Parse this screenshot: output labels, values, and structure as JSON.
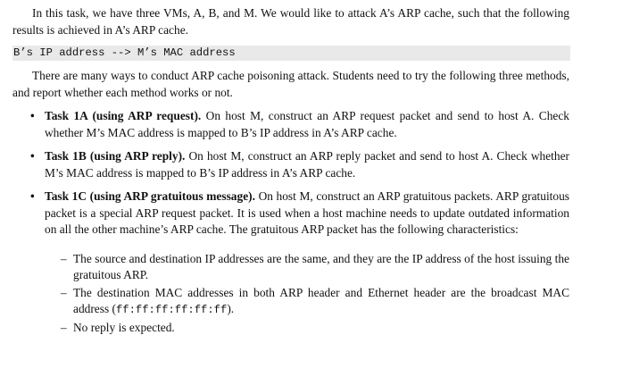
{
  "intro": "In this task, we have three VMs, A, B, and M. We would like to attack A’s ARP cache, such that the following results is achieved in A’s ARP cache.",
  "code_line": "B’s IP address --> M’s MAC address",
  "methods_intro": "There are many ways to conduct ARP cache poisoning attack. Students need to try the following three methods, and report whether each method works or not.",
  "bullet": "•",
  "dash": "–",
  "tasks": [
    {
      "title": "Task 1A (using ARP request).",
      "body": " On host M, construct an ARP request packet and send to host A. Check whether M’s MAC address is mapped to B’s IP address in A’s ARP cache."
    },
    {
      "title": "Task 1B (using ARP reply).",
      "body": " On host M, construct an ARP reply packet and send to host A. Check whether M’s MAC address is mapped to B’s IP address in A’s ARP cache."
    },
    {
      "title": "Task 1C (using ARP gratuitous message).",
      "body": " On host M, construct an ARP gratuitous packets. ARP gratuitous packet is a special ARP request packet. It is used when a host machine needs to update outdated information on all the other machine’s ARP cache. The gratuitous ARP packet has the following characteristics:"
    }
  ],
  "characteristics": {
    "item1": "The source and destination IP addresses are the same, and they are the IP address of the host issuing the gratuitous ARP.",
    "item2_before": "The destination MAC addresses in both ARP header and Ethernet header are the broadcast MAC address (",
    "item2_mac": "ff:ff:ff:ff:ff:ff",
    "item2_after": ").",
    "item3": "No reply is expected."
  }
}
